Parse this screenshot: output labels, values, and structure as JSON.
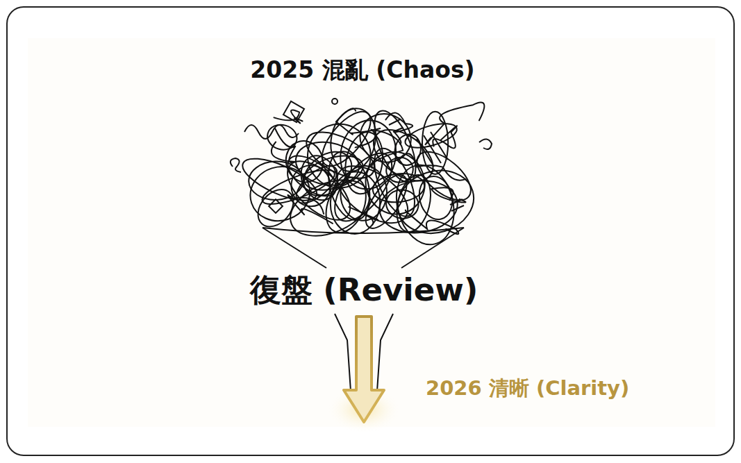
{
  "diagram": {
    "labels": [
      "2025 混亂 (Chaos)",
      "復盤 (Review)",
      "2026 清晰 (Clarity)"
    ]
  }
}
